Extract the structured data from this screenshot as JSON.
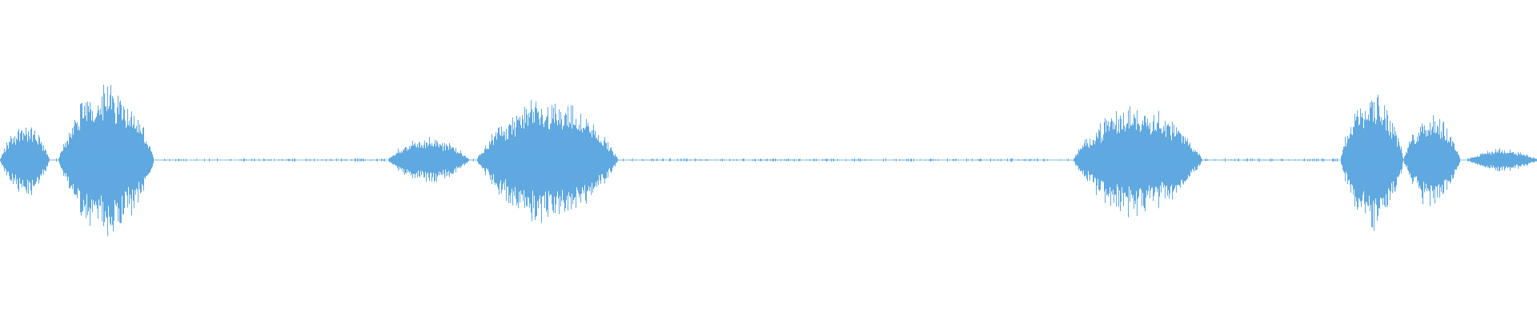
{
  "colors": {
    "background": "#ffffff",
    "waveform": "#5fa8e0"
  },
  "waveform": {
    "description_free": true,
    "segments": [
      {
        "start": 0.0,
        "end": 0.032,
        "peak": 0.45
      },
      {
        "start": 0.038,
        "end": 0.1,
        "peak": 0.95
      },
      {
        "start": 0.252,
        "end": 0.305,
        "peak": 0.28
      },
      {
        "start": 0.31,
        "end": 0.402,
        "peak": 0.75
      },
      {
        "start": 0.698,
        "end": 0.782,
        "peak": 0.68
      },
      {
        "start": 0.872,
        "end": 0.913,
        "peak": 0.88
      },
      {
        "start": 0.913,
        "end": 0.95,
        "peak": 0.58
      },
      {
        "start": 0.955,
        "end": 1.0,
        "peak": 0.14
      }
    ],
    "floor": 0.02
  }
}
